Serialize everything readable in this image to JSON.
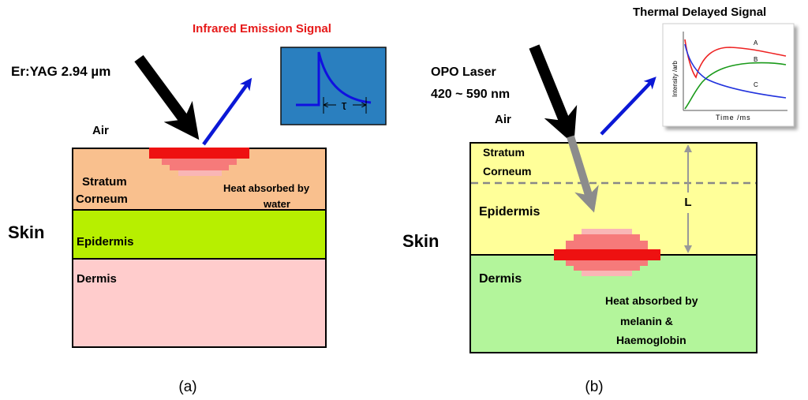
{
  "panel_a": {
    "laser_label": "Er:YAG 2.94 µm",
    "signal_title": "Infrared Emission Signal",
    "tau_label": "τ",
    "air_label": "Air",
    "skin_label": "Skin",
    "layers": {
      "stratum_line1": "Stratum",
      "stratum_line2": "Corneum",
      "epidermis": "Epidermis",
      "dermis": "Dermis"
    },
    "heat_line1": "Heat absorbed by",
    "heat_line2": "water",
    "caption": "(a)"
  },
  "panel_b": {
    "laser_line1": "OPO Laser",
    "laser_line2": "420 ~ 590 nm",
    "signal_title": "Thermal Delayed Signal",
    "air_label": "Air",
    "skin_label": "Skin",
    "depth_label": "L",
    "layers": {
      "stratum_line1": "Stratum",
      "stratum_line2": "Corneum",
      "epidermis": "Epidermis",
      "dermis": "Dermis"
    },
    "heat_line1": "Heat absorbed by",
    "heat_line2": "melanin  &",
    "heat_line3": "Haemoglobin",
    "inset": {
      "ylabel": "Intensity /arb",
      "xlabel": "Time /ms",
      "curve_a": "A",
      "curve_b": "B",
      "curve_c": "C"
    },
    "caption": "(b)"
  },
  "colors": {
    "stratum_a": "#f9c08e",
    "epidermis_a": "#b7ef00",
    "dermis_a": "#ffcccc",
    "stratum_b": "#ffff99",
    "dermis_b": "#b3f59b",
    "laser_arrow": "#000000",
    "emission_arrow": "#0b18d6",
    "signal_box": "#2a7fbf",
    "signal_trace": "#1010e0",
    "title_red": "#e61919",
    "heat_core": "#ee1111",
    "heat_mid": "#f67a7a",
    "heat_outer": "#f9b6b6"
  }
}
